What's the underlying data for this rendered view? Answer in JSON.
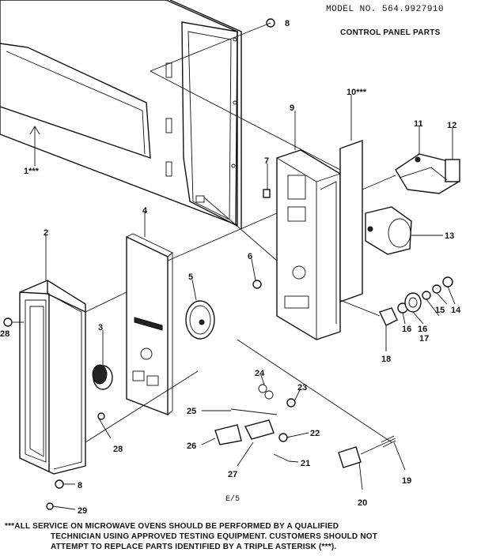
{
  "header": {
    "model": "MODEL NO. 564.9927910",
    "title": "CONTROL PANEL PARTS"
  },
  "page_code": "E/5",
  "footer": {
    "line1": "***ALL SERVICE ON MICROWAVE OVENS SHOULD BE PERFORMED BY A QUALIFIED",
    "line2": "TECHNICIAN USING APPROVED TESTING EQUIPMENT. CUSTOMERS SHOULD NOT",
    "line3": "ATTEMPT TO REPLACE PARTS IDENTIFIED BY A TRIPLE ASTERISK (***)."
  },
  "callouts": {
    "c1": "1***",
    "c2": "2",
    "c3": "3",
    "c4": "4",
    "c5": "5",
    "c6": "6",
    "c7": "7",
    "c8_top": "8",
    "c8_bottom": "8",
    "c9": "9",
    "c10": "10***",
    "c11": "11",
    "c12": "12",
    "c13": "13",
    "c14": "14",
    "c15": "15",
    "c16_a": "16",
    "c16_b": "16",
    "c17": "17",
    "c18": "18",
    "c19": "19",
    "c20": "20",
    "c21": "21",
    "c22": "22",
    "c23": "23",
    "c24": "24",
    "c25": "25",
    "c26": "26",
    "c27": "27",
    "c28_left": "28",
    "c28_right": "28",
    "c29": "29"
  }
}
